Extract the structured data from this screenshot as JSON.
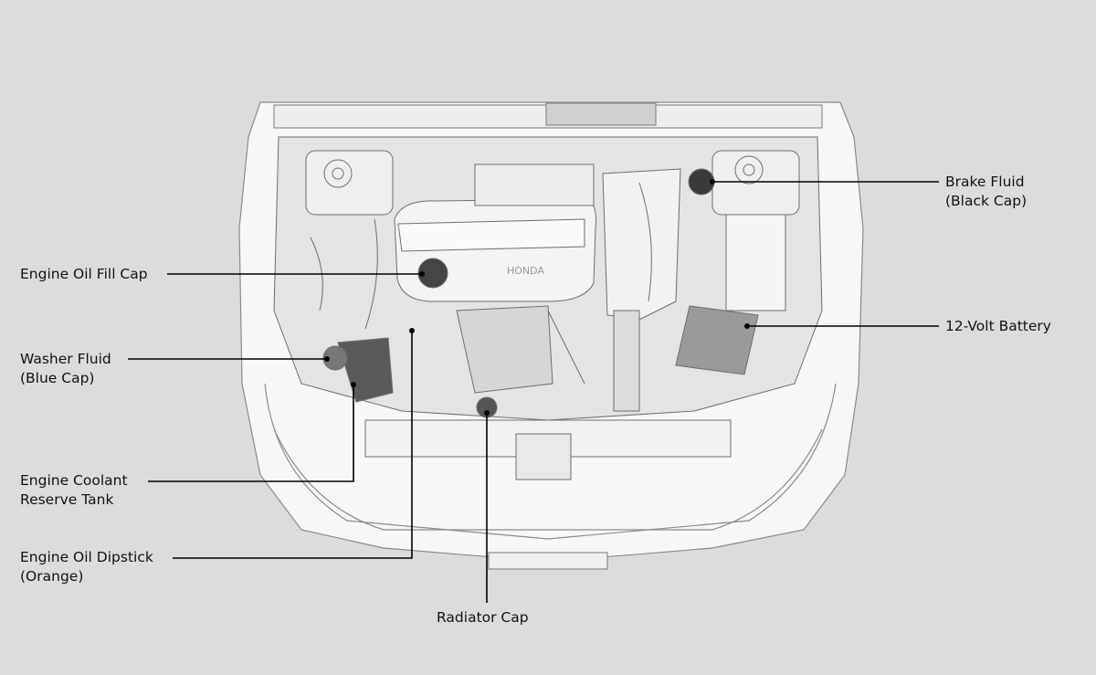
{
  "diagram": {
    "callouts": {
      "oil_fill_cap": {
        "lines": [
          "Engine Oil Fill Cap"
        ]
      },
      "washer_fluid": {
        "lines": [
          "Washer Fluid",
          "(Blue Cap)"
        ]
      },
      "coolant_tank": {
        "lines": [
          "Engine Coolant",
          "Reserve Tank"
        ]
      },
      "oil_dipstick": {
        "lines": [
          "Engine Oil Dipstick",
          "(Orange)"
        ]
      },
      "radiator_cap": {
        "lines": [
          "Radiator Cap"
        ]
      },
      "brake_fluid": {
        "lines": [
          "Brake Fluid",
          "(Black Cap)"
        ]
      },
      "battery": {
        "lines": [
          "12-Volt Battery"
        ]
      }
    },
    "engine_cover_logo": "HONDA"
  }
}
